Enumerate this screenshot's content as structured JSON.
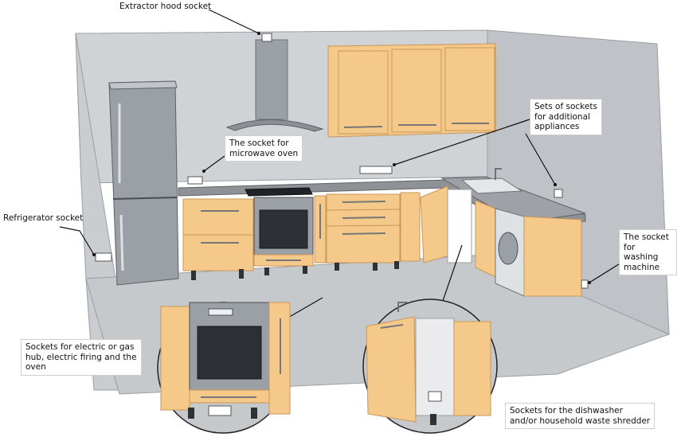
{
  "labels": {
    "extractor": "Extractor hood socket",
    "microwave": "The socket for\nmicrowave oven",
    "sets": "Sets of sockets\nfor additional\nappliances",
    "refrigerator": "Refrigerator socket",
    "washing": "The socket\nfor washing\nmachine",
    "hob": "Sockets for electric or gas\nhub, electric firing and the\noven",
    "dishwasher": "Sockets for the dishwasher\nand/or household waste shredder"
  },
  "colors": {
    "wall": "#cfd3d6",
    "floor": "#c6c9cc",
    "cabinet": "#f4c98a",
    "cabinet_edge": "#c9965a",
    "countertop": "#8e9296",
    "steel": "#9aa0a5"
  }
}
